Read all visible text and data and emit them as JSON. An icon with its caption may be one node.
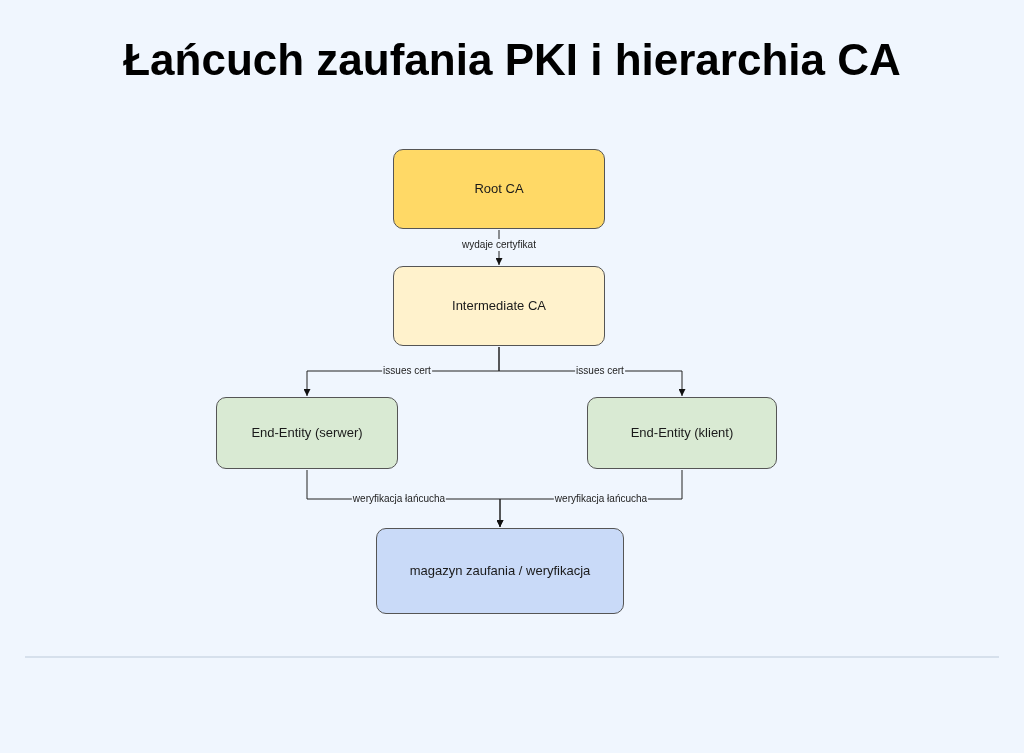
{
  "diagram": {
    "title": "Łańcuch zaufania PKI i hierarchia CA",
    "nodes": [
      {
        "text": [
          "Root CA"
        ]
      },
      {
        "text": [
          "Intermediate CA"
        ]
      },
      {
        "text": [
          "End-Entity (serwer)"
        ]
      },
      {
        "text": [
          "End-Entity (klient)"
        ]
      },
      {
        "text": [
          "magazyn zaufania / weryfikacja"
        ]
      }
    ],
    "edges": [
      {
        "from": 0,
        "to": 1,
        "arrow": "to",
        "label": "wydaje certyfikat"
      },
      {
        "from": 1,
        "to": 2,
        "arrow": "to",
        "label": "issues cert"
      },
      {
        "from": 1,
        "to": 3,
        "arrow": "to",
        "label": "issues cert"
      },
      {
        "from": 2,
        "to": 4,
        "arrow": "to",
        "label": "weryfikacja łańcucha"
      },
      {
        "from": 3,
        "to": 4,
        "arrow": "to",
        "label": "weryfikacja łańcucha"
      }
    ]
  }
}
